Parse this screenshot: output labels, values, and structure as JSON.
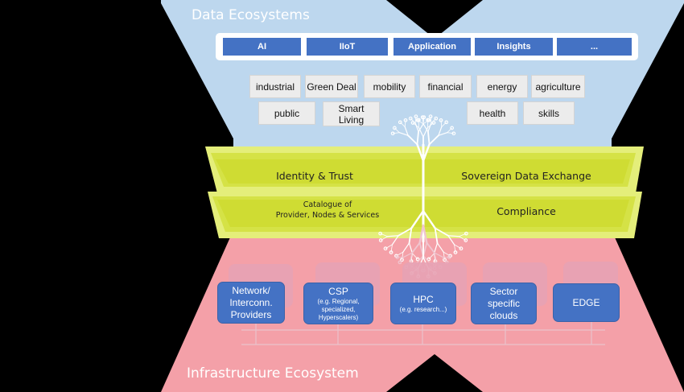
{
  "titles": {
    "data": "Data Ecosystems",
    "infra": "Infrastructure Ecosystem"
  },
  "categories": [
    "AI",
    "IIoT",
    "Application",
    "Insights",
    "..."
  ],
  "sectors_row1": [
    "industrial",
    "Green Deal",
    "mobility",
    "financial",
    "energy",
    "agriculture"
  ],
  "sectors_row2": [
    "public",
    "Smart\nLiving",
    "health",
    "skills"
  ],
  "bands": {
    "identity": "Identity & Trust",
    "sovereign": "Sovereign Data Exchange",
    "catalogue": "Catalogue of\nProvider, Nodes & Services",
    "compliance": "Compliance"
  },
  "providers": [
    {
      "main": "Network/\nInterconn.\nProviders",
      "sub": ""
    },
    {
      "main": "CSP",
      "sub": "(e.g. Regional,\nspecialized,\nHyperscalers)"
    },
    {
      "main": "HPC",
      "sub": "(e.g. research...)"
    },
    {
      "main": "Sector\nspecific\nclouds",
      "sub": ""
    },
    {
      "main": "EDGE",
      "sub": ""
    }
  ],
  "colors": {
    "top_fill": "#bdd7ee",
    "bottom_fill": "#f4a0a8",
    "band": "#d9e84a",
    "accent_blue": "#4472c4"
  }
}
